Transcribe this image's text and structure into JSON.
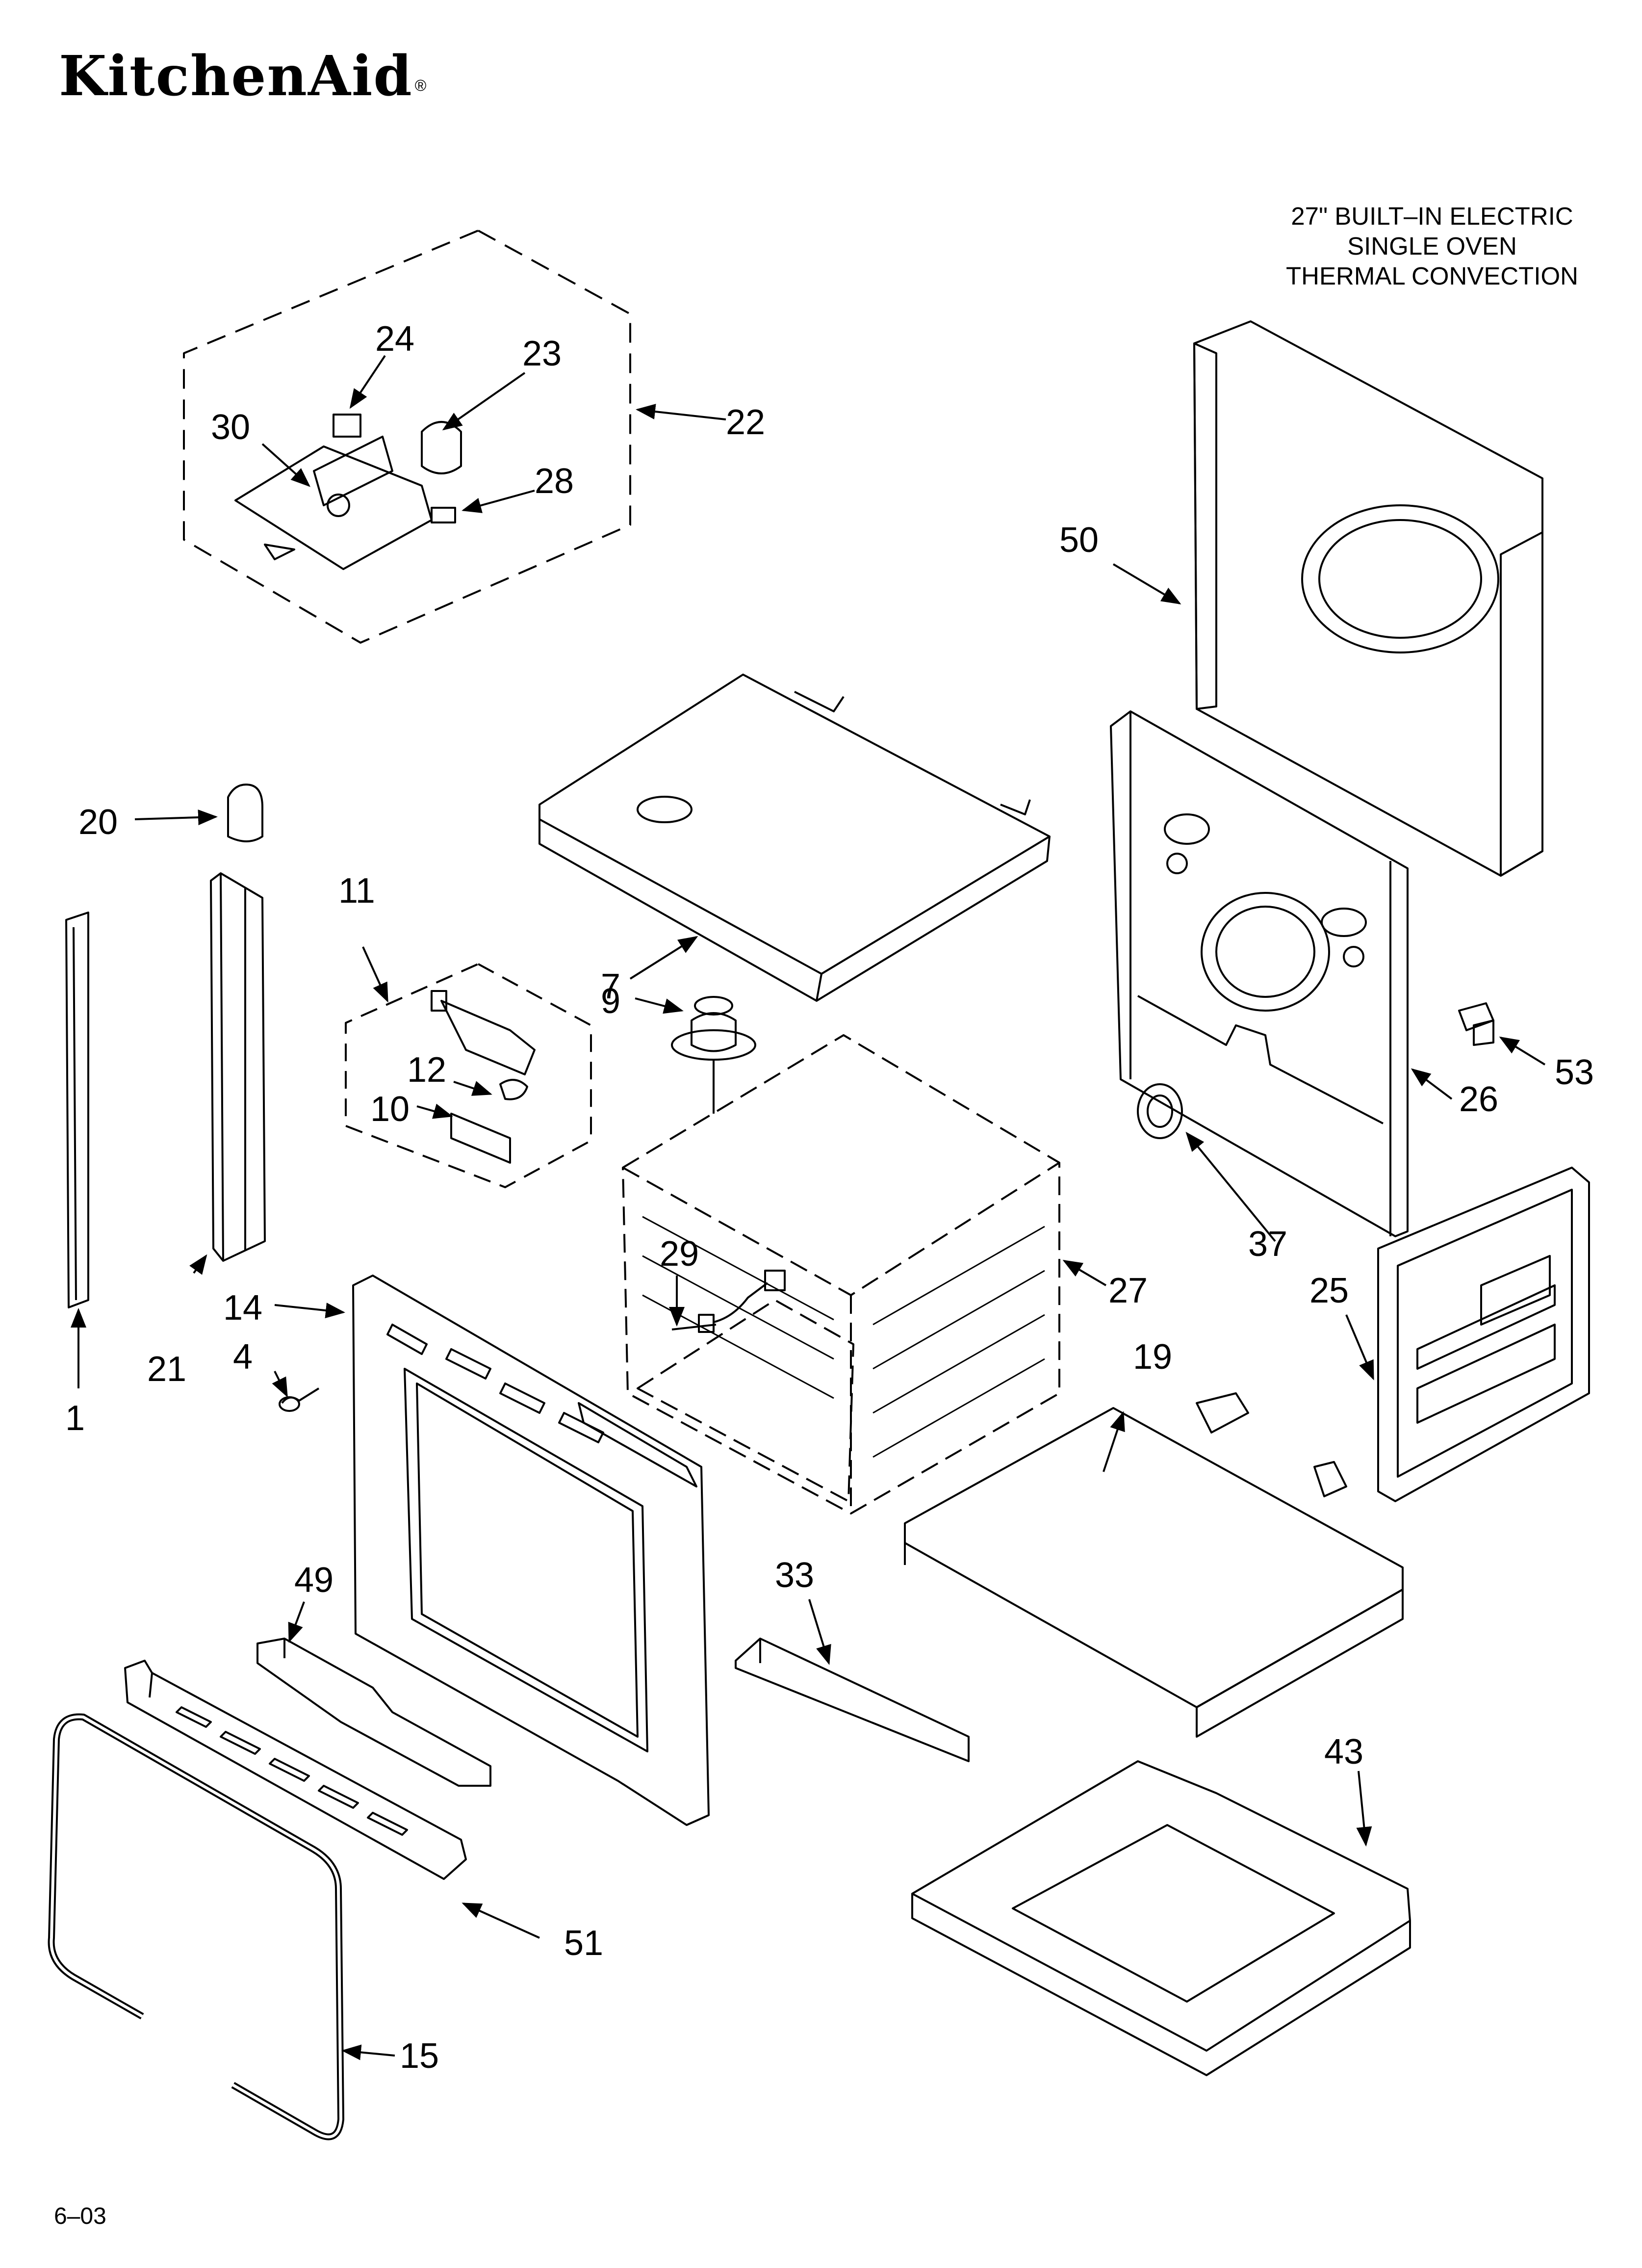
{
  "brand": {
    "name": "KitchenAid",
    "mark": "®"
  },
  "title_lines": [
    "27\" BUILT–IN ELECTRIC",
    "SINGLE OVEN",
    "THERMAL CONVECTION"
  ],
  "footer_code": "6–03",
  "callouts": [
    "1",
    "4",
    "7",
    "9",
    "10",
    "11",
    "12",
    "14",
    "15",
    "19",
    "20",
    "21",
    "22",
    "23",
    "24",
    "25",
    "26",
    "27",
    "28",
    "29",
    "30",
    "33",
    "37",
    "43",
    "49",
    "50",
    "51",
    "53"
  ]
}
